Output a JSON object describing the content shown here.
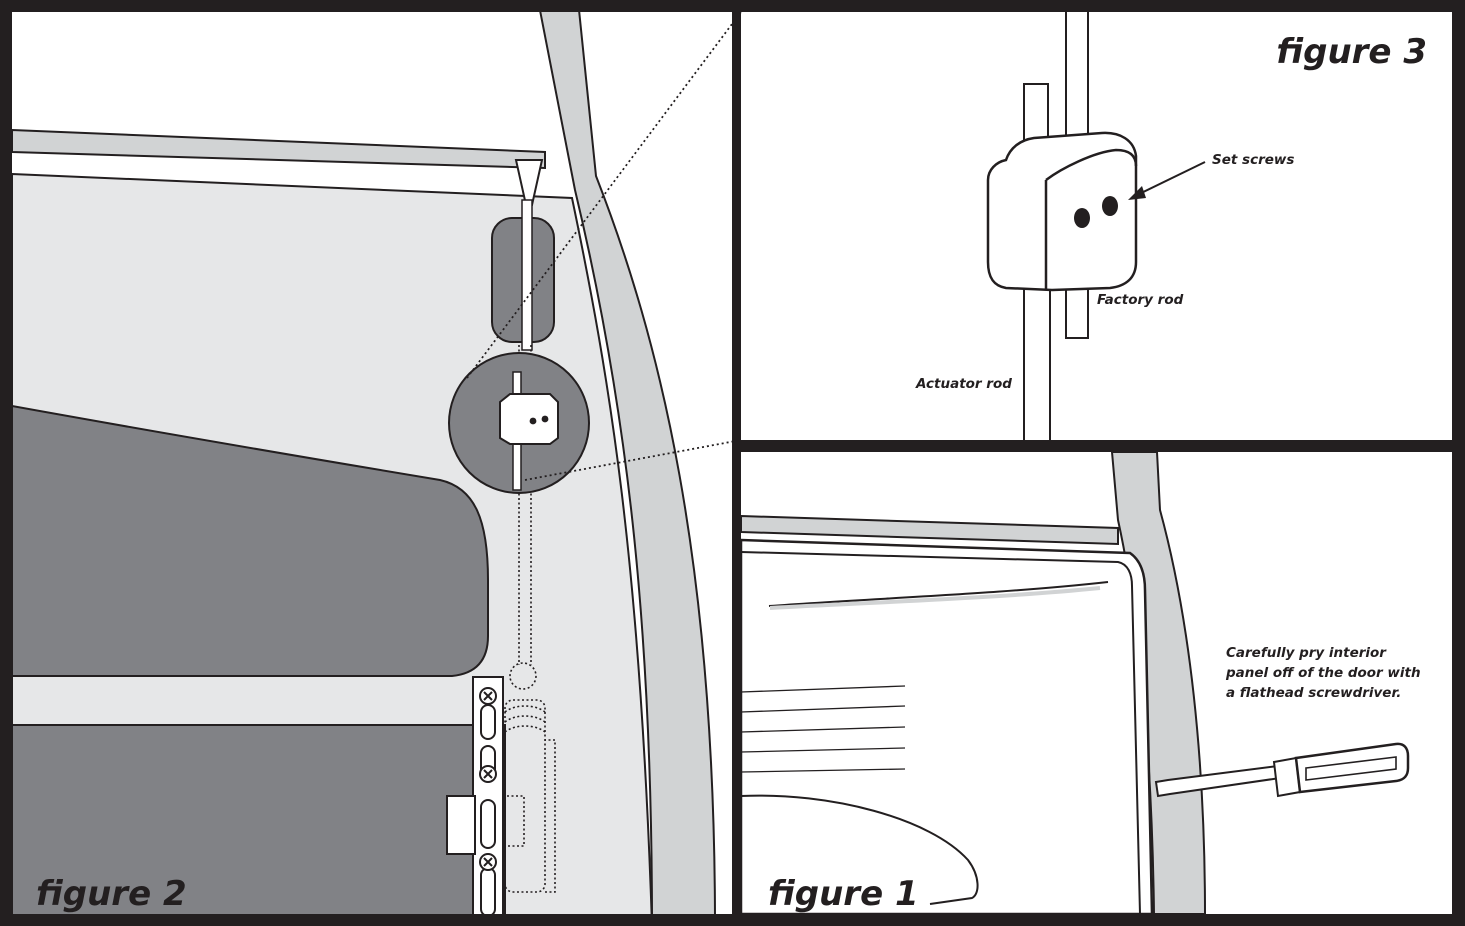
{
  "figures": {
    "figure1": {
      "title": "figure 1",
      "instruction_lines": [
        "Carefully pry interior",
        "panel off of the door with",
        "a flathead screwdriver."
      ]
    },
    "figure2": {
      "title": "figure 2"
    },
    "figure3": {
      "title": "figure 3",
      "labels": {
        "set_screws": "Set screws",
        "factory_rod": "Factory rod",
        "actuator_rod": "Actuator rod"
      }
    }
  },
  "colors": {
    "frame": "#231f20",
    "panel_dark": "#818286",
    "panel_light": "#e6e7e8",
    "pillar": "#d1d3d4",
    "background": "#ffffff"
  }
}
